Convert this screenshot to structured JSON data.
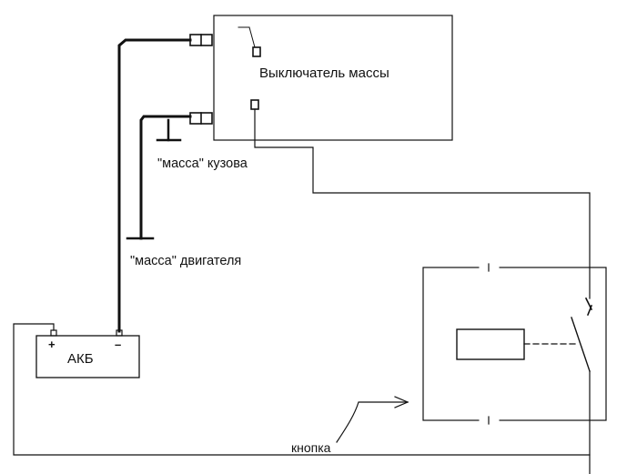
{
  "labels": {
    "switch": "Выключатель массы",
    "body_ground": "\"масса\" кузова",
    "engine_ground": "\"масса\" двигателя",
    "battery": "АКБ",
    "plus": "+",
    "minus": "–",
    "button": "кнопка"
  },
  "colors": {
    "line": "#111111",
    "background": "#ffffff"
  }
}
